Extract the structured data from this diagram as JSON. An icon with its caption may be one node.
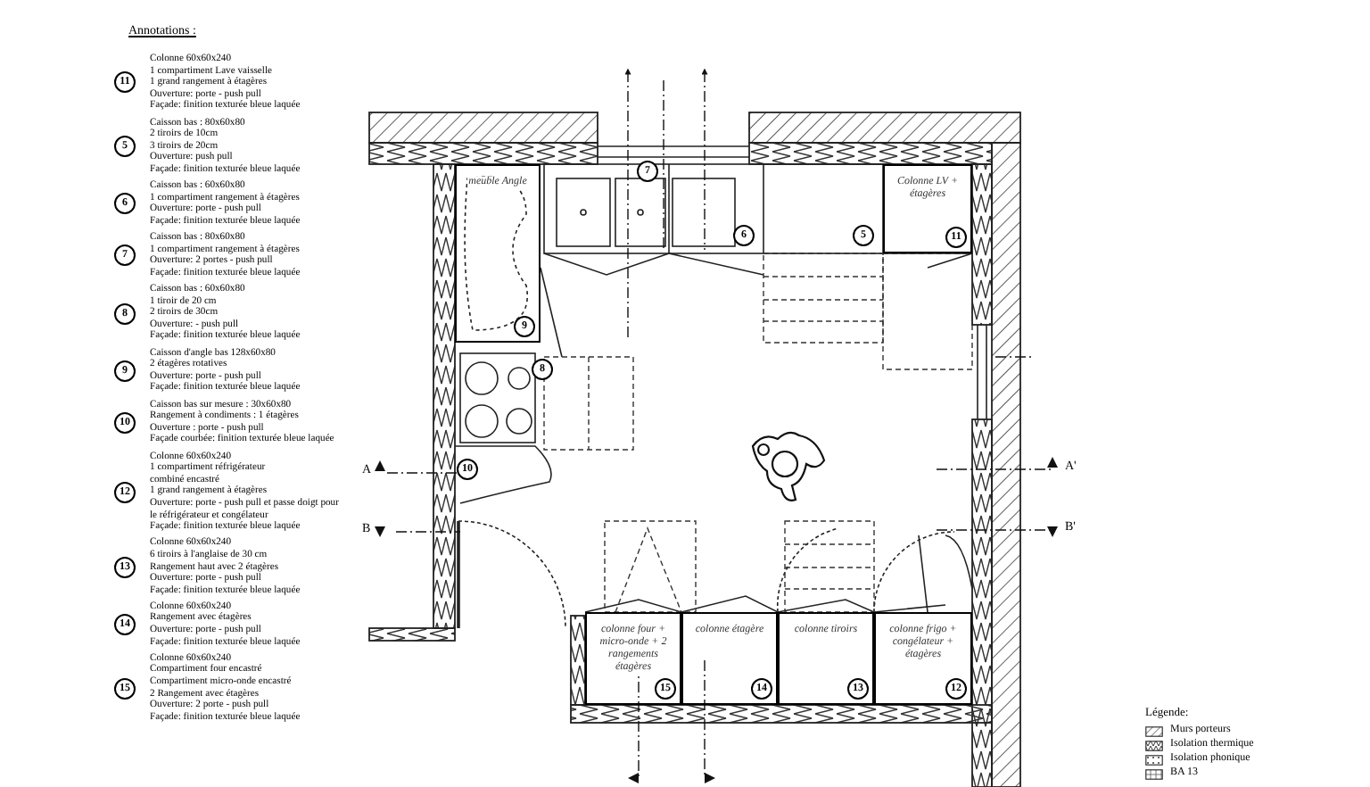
{
  "diagram": {
    "nodes": [
      {
        "text": [
          "11"
        ],
        "beside": [
          "Colonne 60x60x240",
          "1 compartiment Lave vaisselle",
          "1 grand rangement à étagères",
          "Ouverture: porte - push pull",
          "Façade: finition texturée bleue laquée"
        ]
      },
      {
        "text": [
          "5"
        ],
        "beside": [
          "Caisson bas : 80x60x80",
          "2 tiroirs de 10cm",
          "3 tiroirs de 20cm",
          "Ouverture: push pull",
          "Façade: finition texturée bleue laquée"
        ]
      },
      {
        "text": [
          "6"
        ],
        "beside": [
          "Caisson bas : 60x60x80",
          "1 compartiment rangement à étagères",
          "Ouverture: porte - push pull",
          "Façade: finition texturée bleue laquée"
        ]
      },
      {
        "text": [
          "7"
        ],
        "beside": [
          "Caisson bas : 80x60x80",
          "1 compartiment rangement à étagères",
          "Ouverture: 2 portes - push pull",
          "Façade: finition texturée bleue laquée"
        ]
      },
      {
        "text": [
          "8"
        ],
        "beside": [
          "Caisson bas : 60x60x80",
          "1 tiroir de 20 cm",
          "2 tiroirs de 30cm",
          "Ouverture: - push pull",
          "Façade: finition texturée bleue laquée"
        ]
      },
      {
        "text": [
          "9"
        ],
        "beside": [
          "Caisson d'angle bas 128x60x80",
          "2 étagères rotatives",
          "Ouverture: porte - push pull",
          "Façade: finition texturée bleue laquée"
        ]
      },
      {
        "text": [
          "10"
        ],
        "beside": [
          "Caisson bas sur mesure : 30x60x80",
          "Rangement à condiments : 1 étagères",
          "Ouverture : porte - push pull",
          "Façade courbée: finition texturée bleue laquée"
        ]
      },
      {
        "text": [
          "12"
        ],
        "beside": [
          "Colonne 60x60x240",
          "1 compartiment réfrigérateur",
          "combiné encastré",
          "1 grand rangement à étagères",
          "Ouverture: porte - push pull et passe doigt pour",
          "le réfrigérateur et congélateur",
          "Façade: finition texturée bleue laquée"
        ]
      },
      {
        "text": [
          "13"
        ],
        "beside": [
          "Colonne 60x60x240",
          "6 tiroirs à l'anglaise de 30 cm",
          "Rangement haut avec 2 étagères",
          "Ouverture: porte - push pull",
          "Façade: finition texturée bleue laquée"
        ]
      },
      {
        "text": [
          "14"
        ],
        "beside": [
          "Colonne 60x60x240",
          "Rangement avec étagères",
          "Ouverture: porte - push pull",
          "Façade: finition texturée bleue laquée"
        ]
      },
      {
        "text": [
          "15"
        ],
        "beside": [
          "Colonne 60x60x240",
          "Compartiment four encastré",
          "Compartiment micro-onde encastré",
          "2 Rangement avec étagères",
          "Ouverture: 2 porte - push pull",
          "Façade: finition texturée bleue laquée"
        ]
      },
      {
        "text": [
          "7"
        ]
      },
      {
        "text": [
          "6"
        ]
      },
      {
        "text": [
          "5"
        ]
      },
      {
        "text": [
          "Colonne LV + étagères"
        ]
      },
      {
        "text": [
          "11"
        ],
        "in": 14
      },
      {
        "text": [
          "meuble Angle"
        ]
      },
      {
        "text": [
          "9"
        ],
        "in": 16
      },
      {
        "text": [
          "8"
        ]
      },
      {
        "text": [
          "10"
        ]
      },
      {
        "text": [
          "colonne four + micro-onde + 2 rangements étagères"
        ]
      },
      {
        "text": [
          "15"
        ],
        "in": 20
      },
      {
        "text": [
          "colonne étagère"
        ]
      },
      {
        "text": [
          "14"
        ],
        "in": 22
      },
      {
        "text": [
          "colonne tiroirs"
        ]
      },
      {
        "text": [
          "13"
        ],
        "in": 24
      },
      {
        "text": [
          "colonne frigo + congélateur + étagères"
        ]
      },
      {
        "text": [
          "12"
        ],
        "in": 26
      }
    ],
    "labels": [
      "Annotations :",
      "A",
      "A'",
      "B",
      "B'",
      "Légende:"
    ],
    "legend": [
      {
        "text": "Murs porteurs"
      },
      {
        "text": "Isolation thermique"
      },
      {
        "text": "Isolation phonique"
      },
      {
        "text": "BA 13"
      }
    ]
  }
}
